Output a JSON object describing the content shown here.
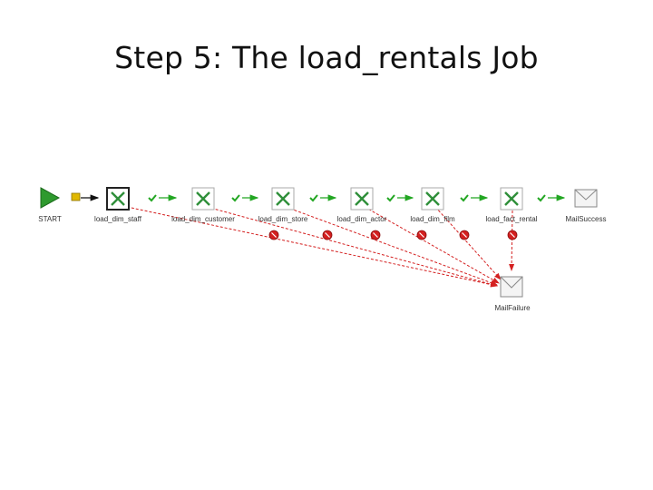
{
  "title": "Step 5: The load_rentals Job",
  "nodes": [
    {
      "id": "start",
      "label": "START",
      "icon": "start-play-icon"
    },
    {
      "id": "load_dim_staff",
      "label": "load_dim_staff",
      "icon": "tmap-component-icon"
    },
    {
      "id": "load_dim_customer",
      "label": "load_dim_customer",
      "icon": "tmap-component-icon"
    },
    {
      "id": "load_dim_store",
      "label": "load_dim_store",
      "icon": "tmap-component-icon"
    },
    {
      "id": "load_dim_actor",
      "label": "load_dim_actor",
      "icon": "tmap-component-icon"
    },
    {
      "id": "load_dim_film",
      "label": "load_dim_film",
      "icon": "tmap-component-icon"
    },
    {
      "id": "load_fact_rental",
      "label": "load_fact_rental",
      "icon": "tmap-component-icon"
    },
    {
      "id": "mail_success",
      "label": "MailSuccess",
      "icon": "mail-envelope-icon"
    },
    {
      "id": "mail_failure",
      "label": "MailFailure",
      "icon": "mail-envelope-icon"
    }
  ],
  "colors": {
    "ok_link": "#22a622",
    "error_link": "#d42020",
    "start_green": "#2e9a2e",
    "component_green": "#2f8f3a",
    "lock_yellow": "#e0b800"
  }
}
